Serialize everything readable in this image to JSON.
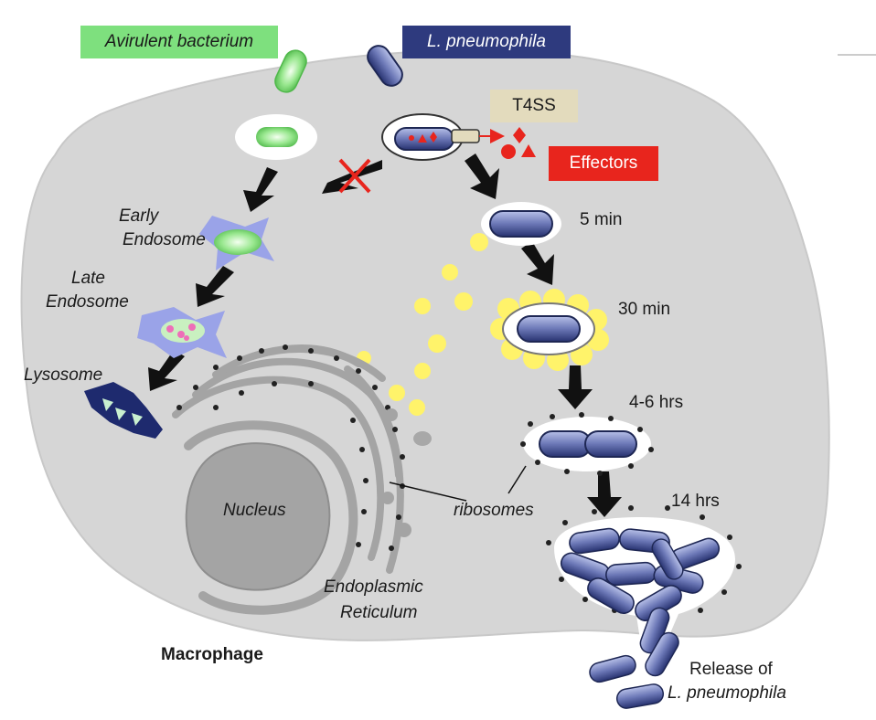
{
  "tags": {
    "avirulent": "Avirulent bacterium",
    "pneumophila": "L. pneumophila",
    "t4ss": "T4SS",
    "effectors": "Effectors"
  },
  "stages": {
    "early_endosome_1": "Early",
    "early_endosome_2": "Endosome",
    "late_endosome_1": "Late",
    "late_endosome_2": "Endosome",
    "lysosome": "Lysosome",
    "t5": "5 min",
    "t30": "30 min",
    "t4_6": "4-6 hrs",
    "t14": "14 hrs"
  },
  "structures": {
    "nucleus": "Nucleus",
    "ribosomes": "ribosomes",
    "er_1": "Endoplasmic",
    "er_2": "Reticulum",
    "macrophage": "Macrophage",
    "release_1": "Release of",
    "release_2": "L. pneumophila"
  },
  "colors": {
    "cell": "#d6d6d6",
    "avirulent": "#7ee07e",
    "pneumophila": "#2e3a7e",
    "t4ss_tag": "#e3dbbd",
    "effectors": "#e8251d",
    "endosome": "#9aa3e8",
    "lysosome": "#1e2a6e",
    "vesicle": "#fff36a"
  }
}
